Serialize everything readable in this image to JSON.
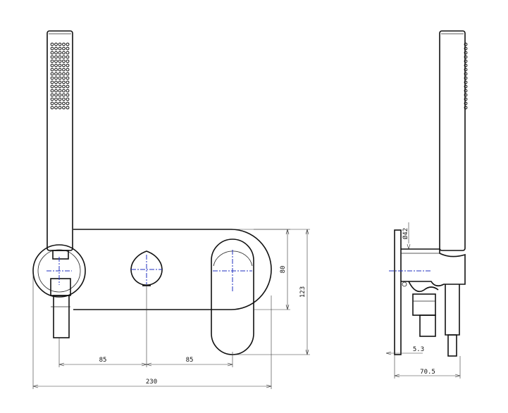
{
  "drawing": {
    "front_view": {
      "dimensions": {
        "spacing_left": "85",
        "spacing_right": "85",
        "overall_width": "230",
        "plate_height": "80",
        "overall_height": "123"
      }
    },
    "side_view": {
      "dimensions": {
        "pipe_diameter": "Ø42",
        "offset": "5.3",
        "overall_depth": "70.5"
      }
    },
    "colors": {
      "line": "#111111",
      "centerline": "#1f2fbf"
    }
  }
}
